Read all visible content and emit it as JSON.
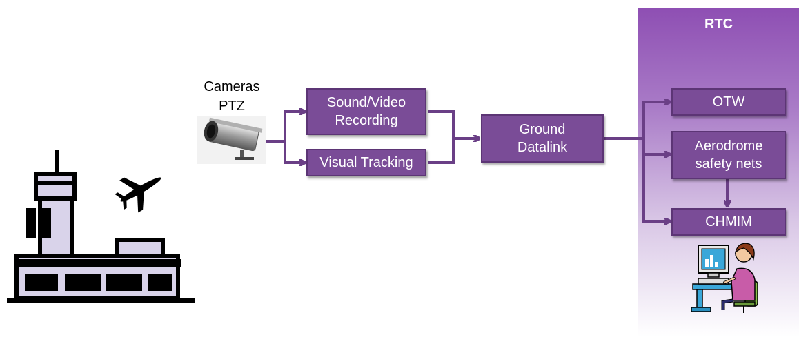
{
  "rtc": {
    "title": "RTC"
  },
  "camera": {
    "line1": "Cameras",
    "line2": "PTZ"
  },
  "blocks": {
    "sound_video_line1": "Sound/Video",
    "sound_video_line2": "Recording",
    "visual_tracking": "Visual Tracking",
    "ground_line1": "Ground",
    "ground_line2": "Datalink",
    "otw": "OTW",
    "aerodrome_line1": "Aerodrome",
    "aerodrome_line2": "safety nets",
    "chmim": "CHMIM"
  },
  "colors": {
    "block_fill": "#7a4c97",
    "connector": "#6a3f86",
    "rtc_panel_top": "#8e4fb3"
  },
  "icons": [
    "control-tower-icon",
    "airplane-icon",
    "camera-icon",
    "operator-workstation-icon"
  ]
}
